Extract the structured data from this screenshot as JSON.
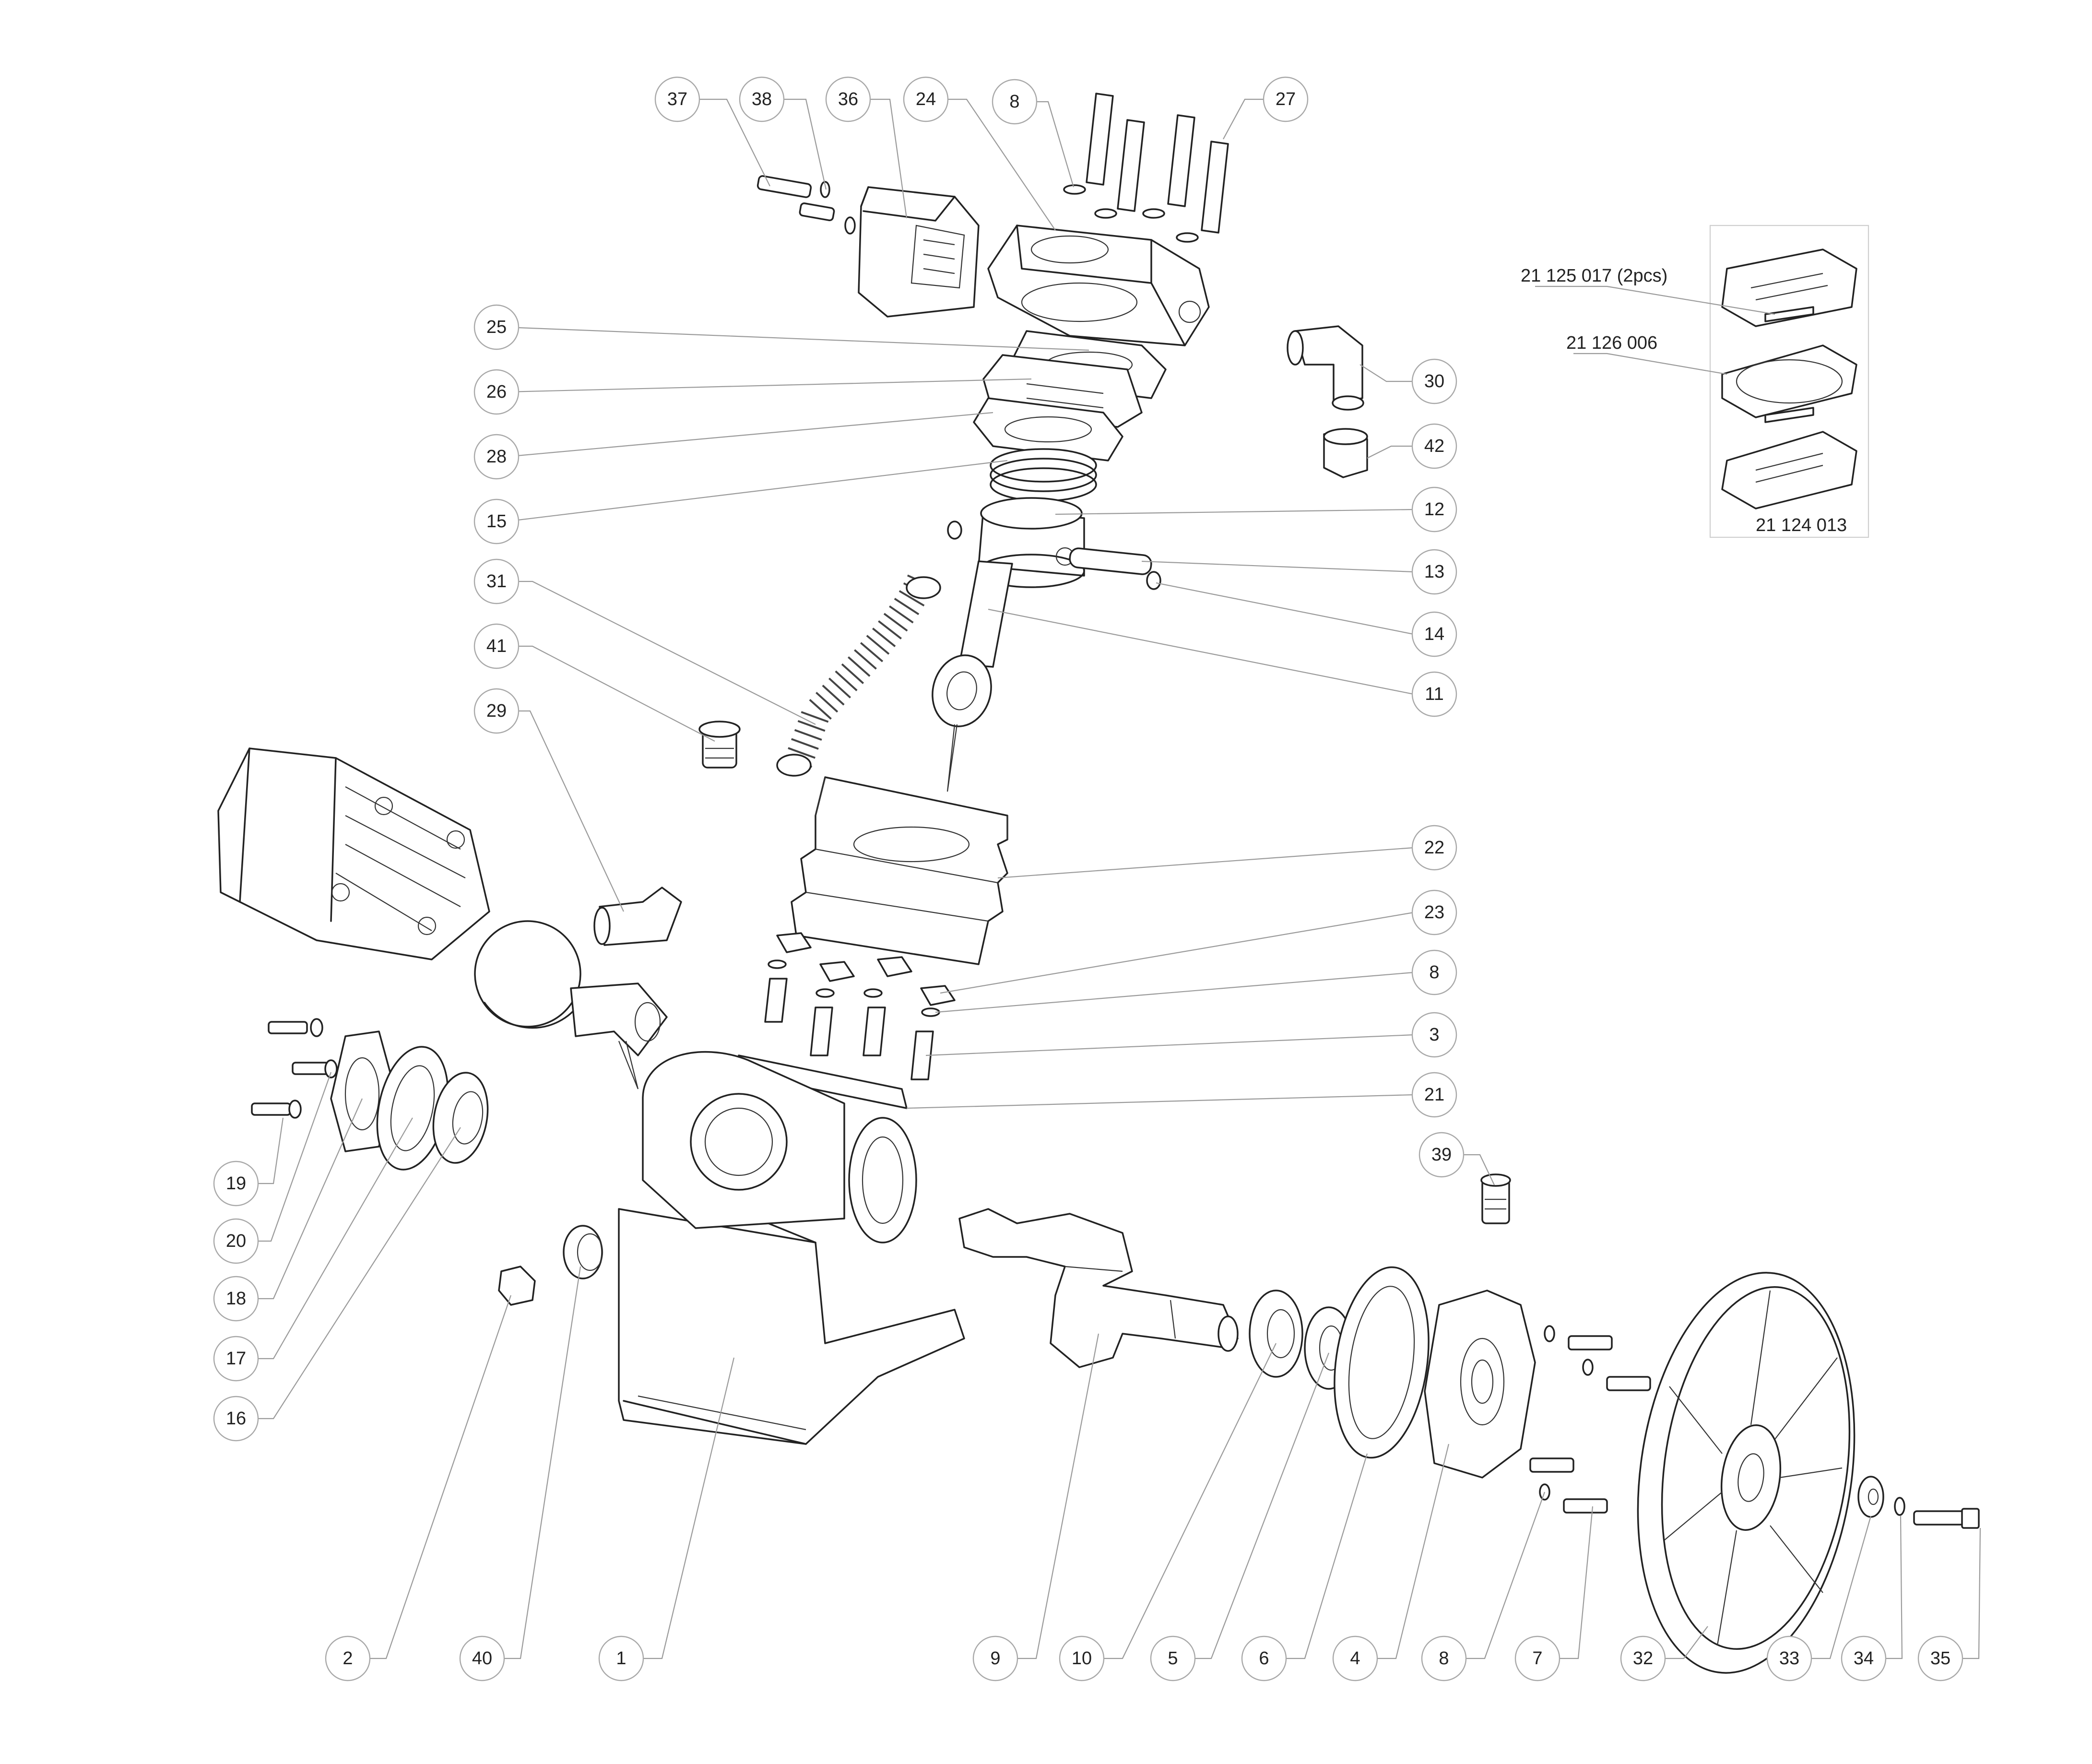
{
  "callouts": [
    {
      "key": "c37",
      "label": "37"
    },
    {
      "key": "c38",
      "label": "38"
    },
    {
      "key": "c36",
      "label": "36"
    },
    {
      "key": "c24",
      "label": "24"
    },
    {
      "key": "c8a",
      "label": "8"
    },
    {
      "key": "c27",
      "label": "27"
    },
    {
      "key": "c25",
      "label": "25"
    },
    {
      "key": "c26",
      "label": "26"
    },
    {
      "key": "c28",
      "label": "28"
    },
    {
      "key": "c15",
      "label": "15"
    },
    {
      "key": "c31",
      "label": "31"
    },
    {
      "key": "c41",
      "label": "41"
    },
    {
      "key": "c29",
      "label": "29"
    },
    {
      "key": "c30",
      "label": "30"
    },
    {
      "key": "c42",
      "label": "42"
    },
    {
      "key": "c12",
      "label": "12"
    },
    {
      "key": "c13",
      "label": "13"
    },
    {
      "key": "c14",
      "label": "14"
    },
    {
      "key": "c11",
      "label": "11"
    },
    {
      "key": "c22",
      "label": "22"
    },
    {
      "key": "c23",
      "label": "23"
    },
    {
      "key": "c8b",
      "label": "8"
    },
    {
      "key": "c3",
      "label": "3"
    },
    {
      "key": "c21",
      "label": "21"
    },
    {
      "key": "c39",
      "label": "39"
    },
    {
      "key": "c19",
      "label": "19"
    },
    {
      "key": "c20",
      "label": "20"
    },
    {
      "key": "c18",
      "label": "18"
    },
    {
      "key": "c17",
      "label": "17"
    },
    {
      "key": "c16",
      "label": "16"
    },
    {
      "key": "c2",
      "label": "2"
    },
    {
      "key": "c40",
      "label": "40"
    },
    {
      "key": "c1",
      "label": "1"
    },
    {
      "key": "c9",
      "label": "9"
    },
    {
      "key": "c10",
      "label": "10"
    },
    {
      "key": "c5",
      "label": "5"
    },
    {
      "key": "c6",
      "label": "6"
    },
    {
      "key": "c4",
      "label": "4"
    },
    {
      "key": "c8c",
      "label": "8"
    },
    {
      "key": "c7",
      "label": "7"
    },
    {
      "key": "c32",
      "label": "32"
    },
    {
      "key": "c33",
      "label": "33"
    },
    {
      "key": "c34",
      "label": "34"
    },
    {
      "key": "c35",
      "label": "35"
    }
  ],
  "inset": {
    "label_gasket_top": "21 125 017 (2pcs)",
    "label_gasket_mid": "21 126 006",
    "label_valve_plate": "21 124 013"
  }
}
